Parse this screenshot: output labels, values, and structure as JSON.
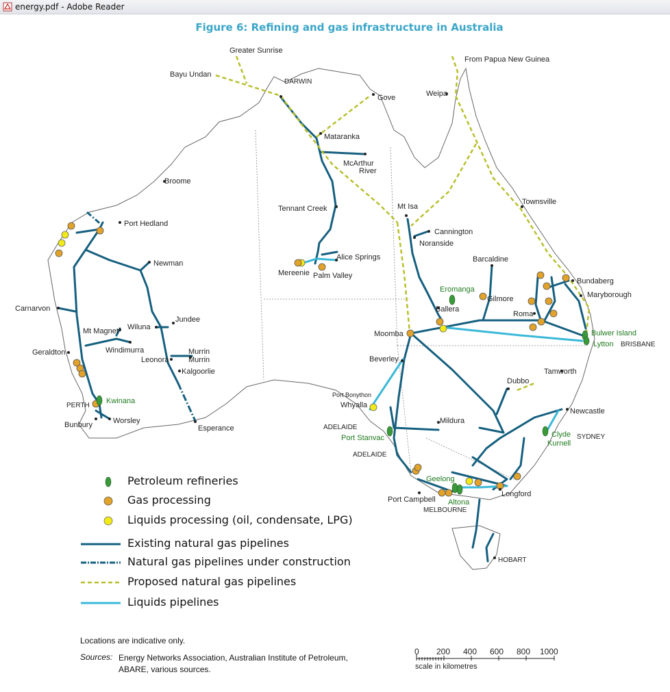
{
  "window": {
    "title": "energy.pdf - Adobe Reader"
  },
  "figure": {
    "title": "Figure 6: Refining and gas infrastructure in Australia"
  },
  "places": {
    "greater_sunrise": "Greater Sunrise",
    "bayu_undan": "Bayu Undan",
    "darwin": "DARWIN",
    "gove": "Gove",
    "from_png": "From Papua New Guinea",
    "weipa": "Weipa",
    "mataranka": "Mataranka",
    "mcarthur_1": "McArthur",
    "mcarthur_2": "River",
    "broome": "Broome",
    "tennant_creek": "Tennant Creek",
    "mt_isa": "Mt Isa",
    "cannington": "Cannington",
    "noranside": "Noranside",
    "townsville": "Townsville",
    "port_hedland": "Port Hedland",
    "newman": "Newman",
    "alice_springs": "Alice Springs",
    "mereenie": "Mereenie",
    "palm_valley": "Palm Valley",
    "barcaldine": "Barcaldine",
    "bundaberg": "Bundaberg",
    "maryborough": "Maryborough",
    "eromanga": "Eromanga",
    "gilmore": "Gilmore",
    "ballera": "Ballera",
    "roma": "Roma",
    "carnarvon": "Carnarvon",
    "jundee": "Jundee",
    "wiluna": "Wiluna",
    "mt_magnet": "Mt Magnet",
    "moomba": "Moomba",
    "bulwer_island": "Bulwer Island",
    "lytton": "Lytton",
    "brisbane": "BRISBANE",
    "geraldton": "Geraldton",
    "windimurra": "Windimurra",
    "murrin_1": "Murrin",
    "murrin_2": "Murrin",
    "leonora": "Leonora",
    "kalgoorlie": "Kalgoorlie",
    "beverley": "Beverley",
    "tamworth": "Tamworth",
    "dubbo": "Dubbo",
    "port_bonython": "Port Bonython",
    "whyalla": "Whyalla",
    "perth": "PERTH",
    "kwinana": "Kwinana",
    "bunbury": "Bunbury",
    "worsley": "Worsley",
    "esperance": "Esperance",
    "adelaide_top": "ADELAIDE",
    "port_stanvac": "Port Stanvac",
    "adelaide": "ADELAIDE",
    "mildura": "Mildura",
    "newcastle": "Newcastle",
    "clyde": "Clyde",
    "kurnell": "Kurnell",
    "sydney": "SYDNEY",
    "geelong": "Geelong",
    "port_campbell": "Port Campbell",
    "altona": "Altona",
    "melbourne": "MELBOURNE",
    "longford": "Longford",
    "hobart": "HOBART"
  },
  "legend": {
    "refineries": "Petroleum refineries",
    "gas_processing": "Gas processing",
    "liquids_processing": "Liquids processing (oil, condensate, LPG)",
    "existing_pipelines": "Existing natural gas pipelines",
    "under_construction": "Natural gas pipelines under construction",
    "proposed": "Proposed natural gas pipelines",
    "liquids_pipelines": "Liquids pipelines"
  },
  "notes": {
    "indicative": "Locations are indicative only.",
    "sources_label": "Sources:",
    "sources_line1": "Energy Networks Association, Australian Institute of Petroleum,",
    "sources_line2": "ABARE, various sources."
  },
  "scale": {
    "ticks": [
      "0",
      "200",
      "400",
      "600",
      "800",
      "1000"
    ],
    "label": "scale in kilometres"
  },
  "colors": {
    "existing": "#155f7f",
    "proposed": "#b8bf2a",
    "liquids": "#3ab8d8",
    "refinery": "#3a9a3a",
    "gas": "#e3a32a",
    "liquids_processing": "#f2ea18",
    "title": "#3aa6c8",
    "refinery_label": "#1f7a1f"
  }
}
